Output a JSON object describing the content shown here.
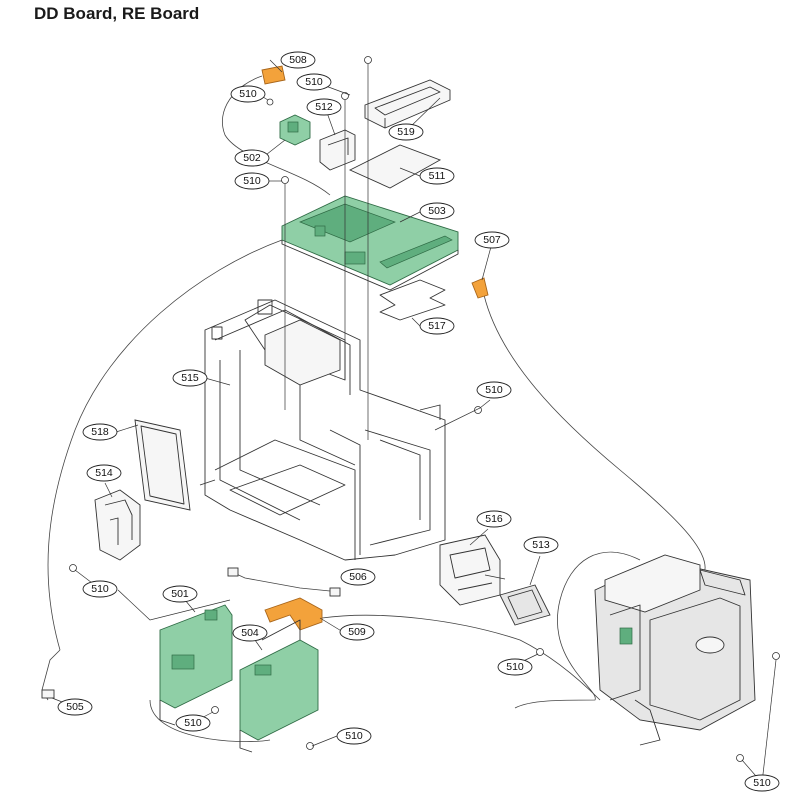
{
  "title": "DD Board, RE Board",
  "colors": {
    "board": "#8fcfa6",
    "board_dark": "#5fae7e",
    "highlight_orange": "#f3a23b",
    "line": "#333333",
    "background": "#ffffff"
  },
  "callouts": {
    "c501": "501",
    "c502": "502",
    "c503": "503",
    "c504": "504",
    "c505": "505",
    "c506": "506",
    "c507": "507",
    "c508": "508",
    "c509": "509",
    "c510a": "510",
    "c510b": "510",
    "c510c": "510",
    "c510d": "510",
    "c510e": "510",
    "c510f": "510",
    "c510g": "510",
    "c510h": "510",
    "c510i": "510",
    "c511": "511",
    "c512": "512",
    "c513": "513",
    "c514": "514",
    "c515": "515",
    "c516": "516",
    "c517": "517",
    "c518": "518",
    "c519": "519"
  }
}
